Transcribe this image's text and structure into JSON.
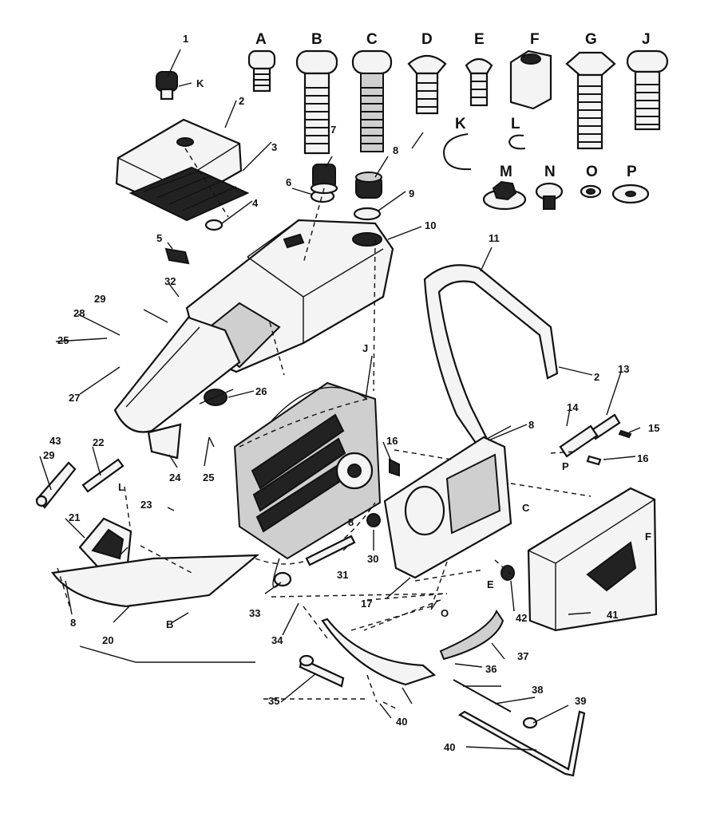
{
  "diagram": {
    "callouts": [
      {
        "id": "c1",
        "text": "1"
      },
      {
        "id": "cK1",
        "text": "K"
      },
      {
        "id": "c2",
        "text": "2"
      },
      {
        "id": "c3",
        "text": "3"
      },
      {
        "id": "c4",
        "text": "4"
      },
      {
        "id": "c5",
        "text": "5"
      },
      {
        "id": "c6",
        "text": "6"
      },
      {
        "id": "c7",
        "text": "7"
      },
      {
        "id": "c8a",
        "text": "8"
      },
      {
        "id": "c9",
        "text": "9"
      },
      {
        "id": "c10",
        "text": "10"
      },
      {
        "id": "c11",
        "text": "11"
      },
      {
        "id": "c2b",
        "text": "2"
      },
      {
        "id": "c13",
        "text": "13"
      },
      {
        "id": "c14",
        "text": "14"
      },
      {
        "id": "c15",
        "text": "15"
      },
      {
        "id": "c16a",
        "text": "16"
      },
      {
        "id": "c16b",
        "text": "16"
      },
      {
        "id": "c17",
        "text": "17"
      },
      {
        "id": "c8b",
        "text": "8"
      },
      {
        "id": "c8c",
        "text": "8"
      },
      {
        "id": "cB2",
        "text": "B"
      },
      {
        "id": "c20",
        "text": "20"
      },
      {
        "id": "c21",
        "text": "21"
      },
      {
        "id": "c22",
        "text": "22"
      },
      {
        "id": "c23",
        "text": "23"
      },
      {
        "id": "c24",
        "text": "24"
      },
      {
        "id": "c25a",
        "text": "25"
      },
      {
        "id": "c25b",
        "text": "25"
      },
      {
        "id": "c26",
        "text": "26"
      },
      {
        "id": "c27",
        "text": "27"
      },
      {
        "id": "c28",
        "text": "28"
      },
      {
        "id": "c29a",
        "text": "29"
      },
      {
        "id": "c29b",
        "text": "29"
      },
      {
        "id": "c30",
        "text": "30"
      },
      {
        "id": "c31",
        "text": "31"
      },
      {
        "id": "c32",
        "text": "32"
      },
      {
        "id": "c33",
        "text": "33"
      },
      {
        "id": "c34",
        "text": "34"
      },
      {
        "id": "c35",
        "text": "35"
      },
      {
        "id": "c36",
        "text": "36"
      },
      {
        "id": "c37",
        "text": "37"
      },
      {
        "id": "c38",
        "text": "38"
      },
      {
        "id": "c39",
        "text": "39"
      },
      {
        "id": "c40",
        "text": "40"
      },
      {
        "id": "c41",
        "text": "41"
      },
      {
        "id": "c42",
        "text": "42"
      },
      {
        "id": "c43",
        "text": "43"
      },
      {
        "id": "cJ2",
        "text": "J"
      },
      {
        "id": "cL2",
        "text": "L"
      },
      {
        "id": "cP2",
        "text": "P"
      },
      {
        "id": "cC2",
        "text": "C"
      },
      {
        "id": "cE2",
        "text": "E"
      },
      {
        "id": "cF2",
        "text": "F"
      },
      {
        "id": "cO2",
        "text": "O"
      },
      {
        "id": "c8d",
        "text": "8"
      },
      {
        "id": "c40b",
        "text": "40"
      }
    ],
    "hardware_letters": [
      {
        "id": "hA",
        "text": "A"
      },
      {
        "id": "hB",
        "text": "B"
      },
      {
        "id": "hC",
        "text": "C"
      },
      {
        "id": "hD",
        "text": "D"
      },
      {
        "id": "hE",
        "text": "E"
      },
      {
        "id": "hF",
        "text": "F"
      },
      {
        "id": "hG",
        "text": "G"
      },
      {
        "id": "hJ",
        "text": "J"
      },
      {
        "id": "hK",
        "text": "K"
      },
      {
        "id": "hL",
        "text": "L"
      },
      {
        "id": "hM",
        "text": "M"
      },
      {
        "id": "hN",
        "text": "N"
      },
      {
        "id": "hO",
        "text": "O"
      },
      {
        "id": "hP",
        "text": "P"
      }
    ]
  }
}
